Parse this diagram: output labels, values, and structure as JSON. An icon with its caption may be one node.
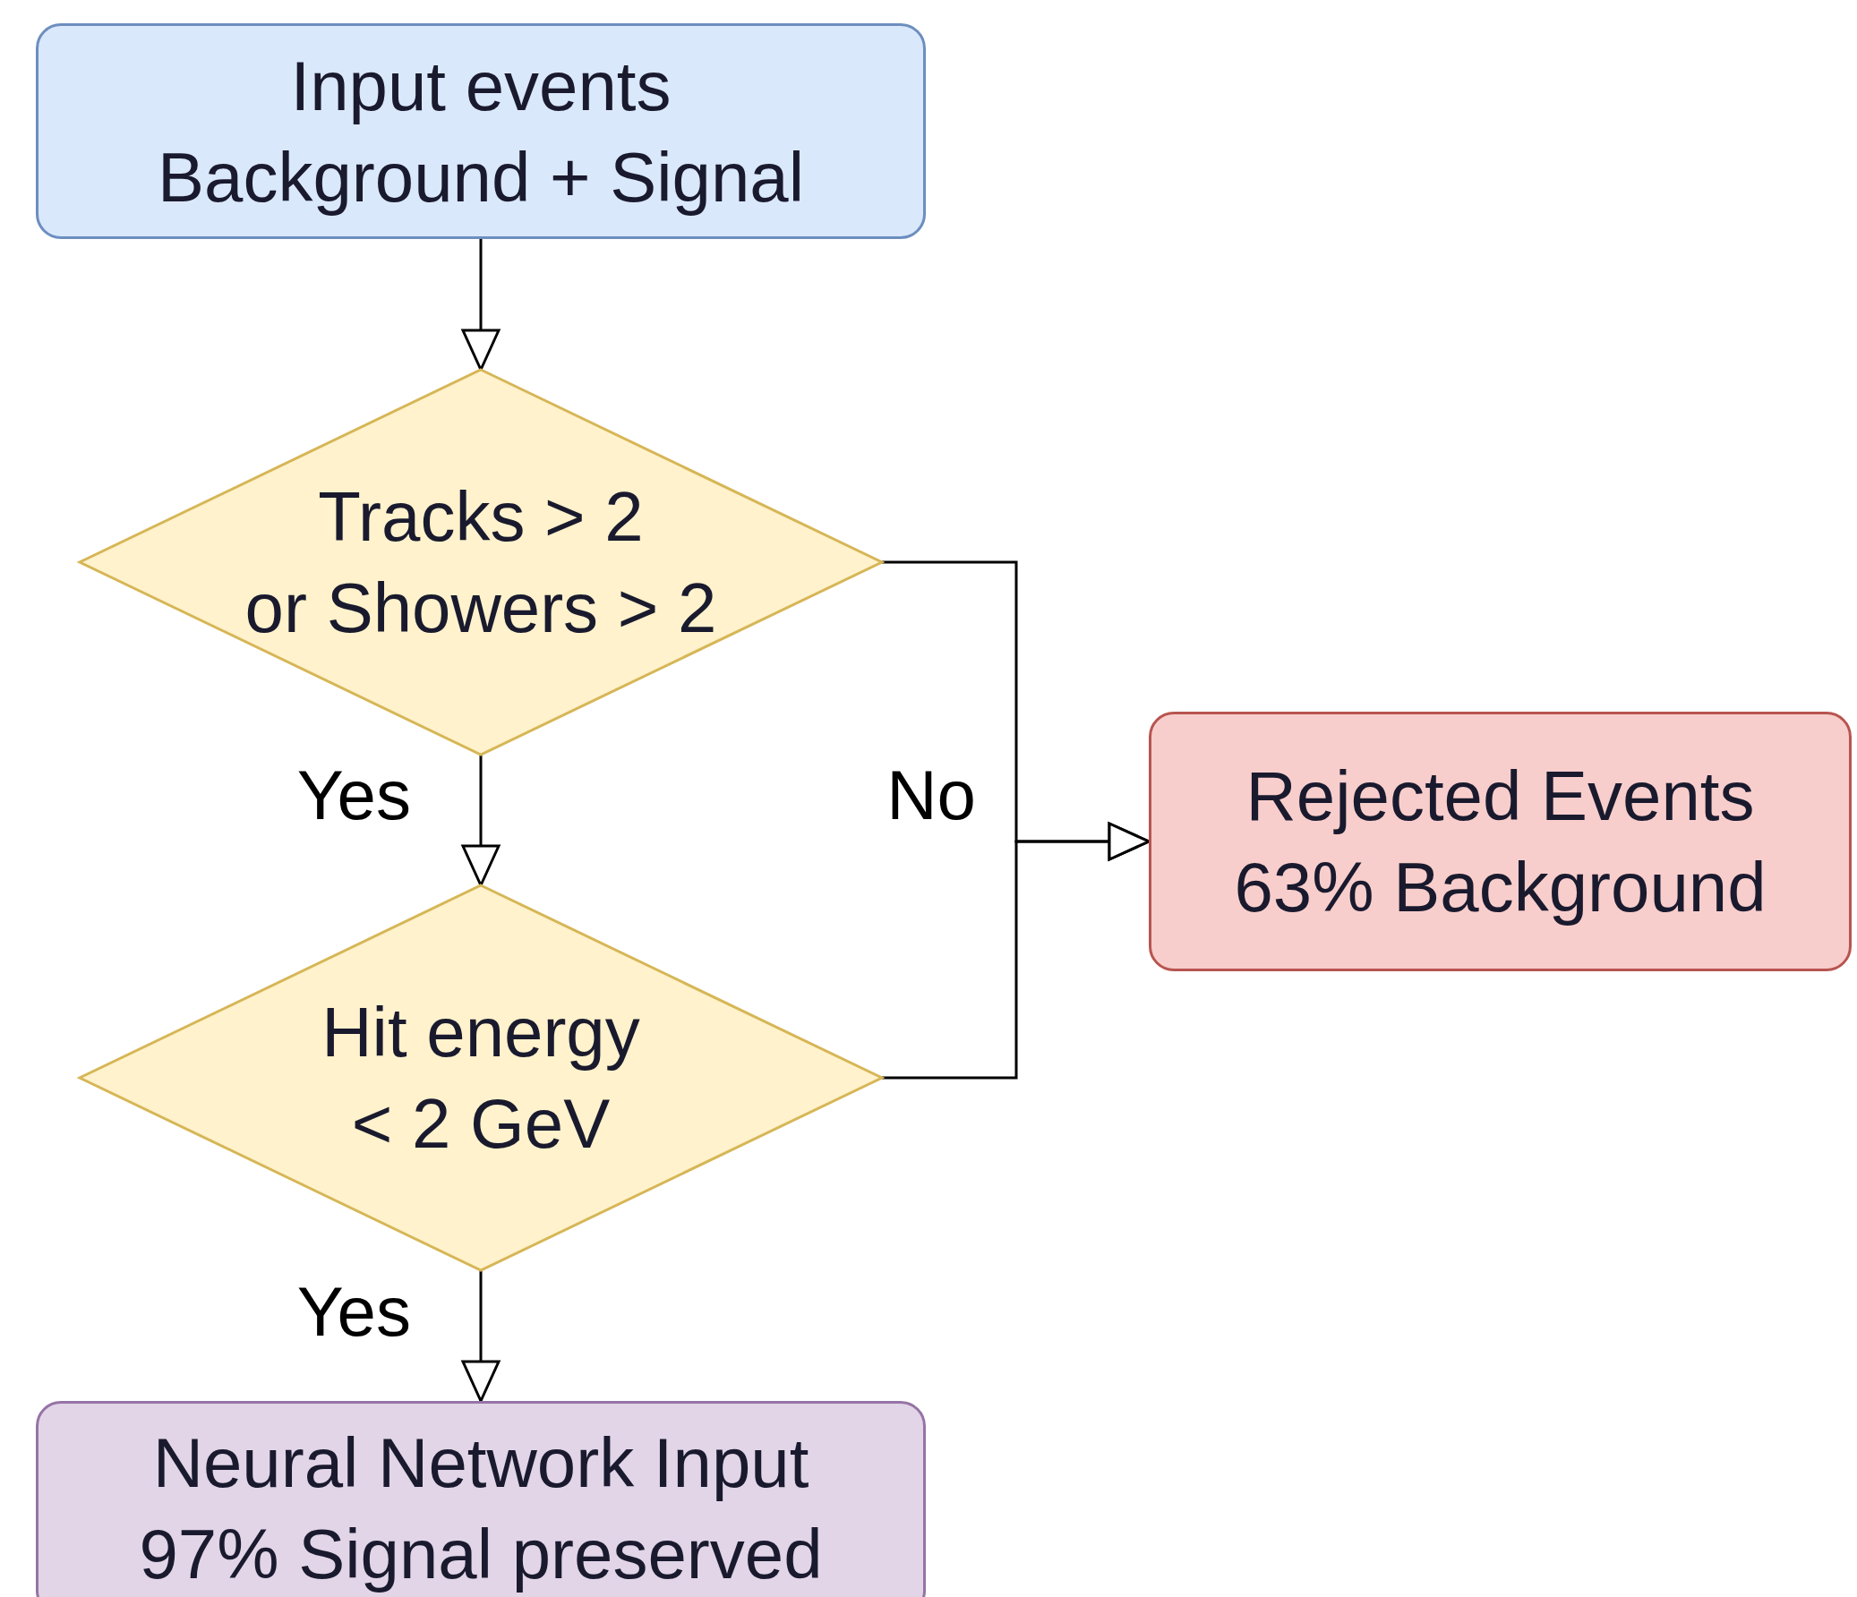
{
  "diagram": {
    "nodes": [
      {
        "text": [
          "Input events",
          "Background + Signal"
        ]
      },
      {
        "text": [
          "Tracks > 2",
          "or Showers > 2"
        ]
      },
      {
        "text": [
          "Hit energy",
          "< 2 GeV"
        ]
      },
      {
        "text": [
          "Neural Network Input",
          "97% Signal preserved"
        ]
      },
      {
        "text": [
          "Rejected Events",
          "63% Background"
        ]
      }
    ],
    "edges": [
      {
        "from": 0,
        "to": 1,
        "arrow": "to"
      },
      {
        "from": 1,
        "to": 2,
        "arrow": "to",
        "label": "Yes"
      },
      {
        "from": 2,
        "to": 3,
        "arrow": "to",
        "label": "Yes"
      },
      {
        "from": 1,
        "to": 4,
        "arrow": "to",
        "label": "No"
      },
      {
        "from": 2,
        "to": 4,
        "arrow": "to"
      }
    ]
  }
}
